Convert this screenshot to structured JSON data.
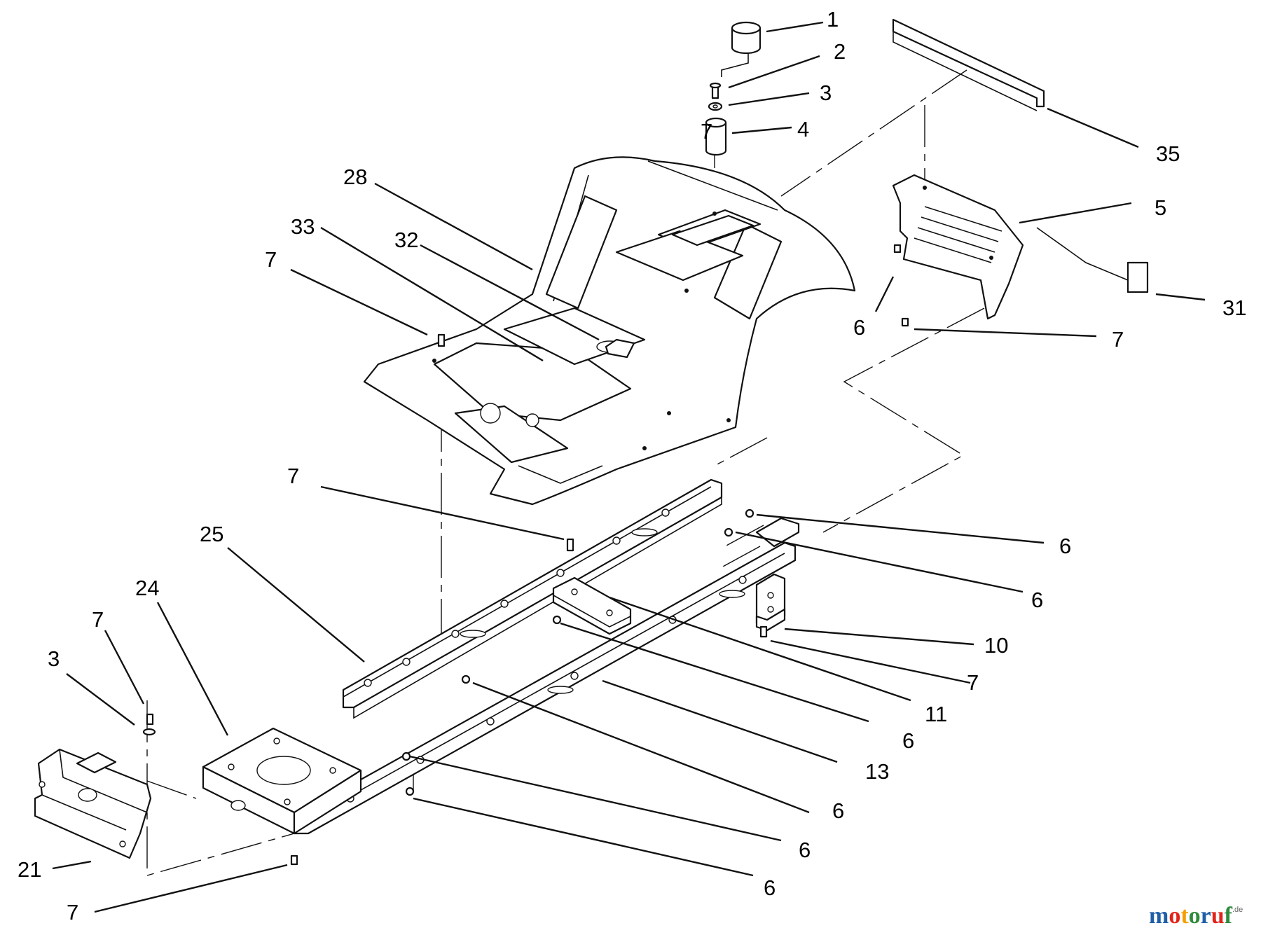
{
  "callouts": [
    {
      "id": "c1",
      "label": "1"
    },
    {
      "id": "c2",
      "label": "2"
    },
    {
      "id": "c3",
      "label": "3"
    },
    {
      "id": "c4",
      "label": "4"
    },
    {
      "id": "c4b",
      "label": "7"
    },
    {
      "id": "c35",
      "label": "35"
    },
    {
      "id": "c28",
      "label": "28"
    },
    {
      "id": "c5",
      "label": "5"
    },
    {
      "id": "c33",
      "label": "33"
    },
    {
      "id": "c32",
      "label": "32"
    },
    {
      "id": "c7a",
      "label": "7"
    },
    {
      "id": "c31",
      "label": "31"
    },
    {
      "id": "c6a",
      "label": "6"
    },
    {
      "id": "c7b",
      "label": "7"
    },
    {
      "id": "c7c",
      "label": "7"
    },
    {
      "id": "c6b",
      "label": "6"
    },
    {
      "id": "c25",
      "label": "25"
    },
    {
      "id": "c6c",
      "label": "6"
    },
    {
      "id": "c24",
      "label": "24"
    },
    {
      "id": "c7d",
      "label": "7"
    },
    {
      "id": "c10",
      "label": "10"
    },
    {
      "id": "c3b",
      "label": "3"
    },
    {
      "id": "c7e",
      "label": "7"
    },
    {
      "id": "c11",
      "label": "11"
    },
    {
      "id": "c6d",
      "label": "6"
    },
    {
      "id": "c13",
      "label": "13"
    },
    {
      "id": "c6e",
      "label": "6"
    },
    {
      "id": "c6f",
      "label": "6"
    },
    {
      "id": "c21",
      "label": "21"
    },
    {
      "id": "c6g",
      "label": "6"
    },
    {
      "id": "c7f",
      "label": "7"
    }
  ],
  "watermark": {
    "letters": [
      {
        "ch": "m",
        "color": "#1f5fa8"
      },
      {
        "ch": "o",
        "color": "#e2231a"
      },
      {
        "ch": "t",
        "color": "#f4a000"
      },
      {
        "ch": "o",
        "color": "#2e8b3a"
      },
      {
        "ch": "r",
        "color": "#1f5fa8"
      },
      {
        "ch": "u",
        "color": "#e2231a"
      },
      {
        "ch": "f",
        "color": "#2e8b3a"
      }
    ],
    "suffix": ".de",
    "text": "motoruf.de"
  }
}
